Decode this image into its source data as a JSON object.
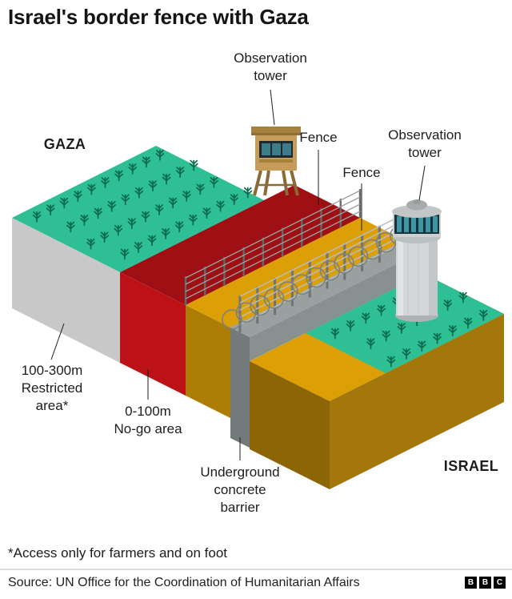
{
  "title": "Israel's border fence with Gaza",
  "regions": {
    "gaza": "GAZA",
    "israel": "ISRAEL"
  },
  "callouts": {
    "observation_tower_left": "Observation\ntower",
    "observation_tower_right": "Observation\ntower",
    "fence_left": "Fence",
    "fence_right": "Fence",
    "restricted_area": "100-300m\nRestricted\narea*",
    "no_go_area": "0-100m\nNo-go area",
    "underground_barrier": "Underground\nconcrete\nbarrier"
  },
  "footnote": "*Access only for farmers and on foot",
  "source": "Source: UN Office for the Coordination of Humanitarian Affairs",
  "logo": {
    "letters": [
      "B",
      "B",
      "C"
    ]
  },
  "colors": {
    "crop_green": "#2FBF95",
    "plant_green": "#0B6B4D",
    "no_go_red_top": "#9E1013",
    "no_go_red_face": "#BC1217",
    "buffer_orange_top": "#DC9F05",
    "buffer_orange_face": "#AD7D06",
    "israel_top": "#DC9F05",
    "israel_face_left": "#8D6505",
    "israel_face_right": "#A3770A",
    "restricted_gray": "#C8C8C8",
    "barrier_top": "#9AA0A0",
    "barrier_face": "#899090",
    "barrier_end": "#737A7A"
  }
}
